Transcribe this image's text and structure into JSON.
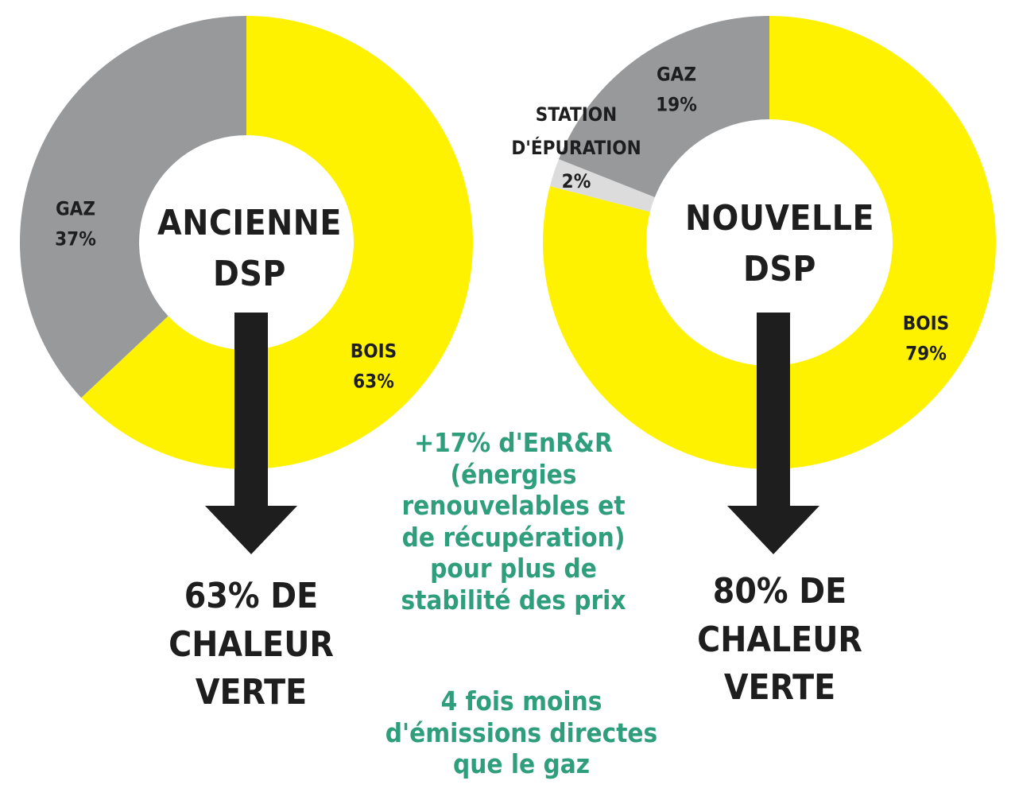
{
  "chart_data": [
    {
      "type": "pie",
      "title": "",
      "center_label": [
        "ANCIENNE",
        "DSP"
      ],
      "slices": [
        {
          "label": "BOIS",
          "value": 63,
          "value_text": "63%",
          "color": "#fff200"
        },
        {
          "label": "GAZ",
          "value": 37,
          "value_text": "37%",
          "color": "#98999b"
        }
      ]
    },
    {
      "type": "pie",
      "title": "",
      "center_label": [
        "NOUVELLE",
        "DSP"
      ],
      "slices": [
        {
          "label": "BOIS",
          "value": 79,
          "value_text": "79%",
          "color": "#fff200"
        },
        {
          "label": "STATION D'ÉPURATION",
          "label_lines": [
            "STATION",
            "D'ÉPURATION"
          ],
          "value": 2,
          "value_text": "2%",
          "color": "#dcdcdc"
        },
        {
          "label": "GAZ",
          "value": 19,
          "value_text": "19%",
          "color": "#98999b"
        }
      ]
    }
  ],
  "results": {
    "left": [
      "63% DE",
      "CHALEUR",
      "VERTE"
    ],
    "right": [
      "80% DE",
      "CHALEUR",
      "VERTE"
    ]
  },
  "notes": {
    "enr": [
      "+17% d'EnR&R",
      "(énergies",
      "renouvelables et",
      "de récupération)",
      "pour plus de",
      "stabilité des prix"
    ],
    "emissions": [
      "4 fois moins",
      "d'émissions directes",
      "que le gaz"
    ]
  },
  "colors": {
    "arrow": "#1e1e1e",
    "note_text": "#2f9e7b"
  }
}
